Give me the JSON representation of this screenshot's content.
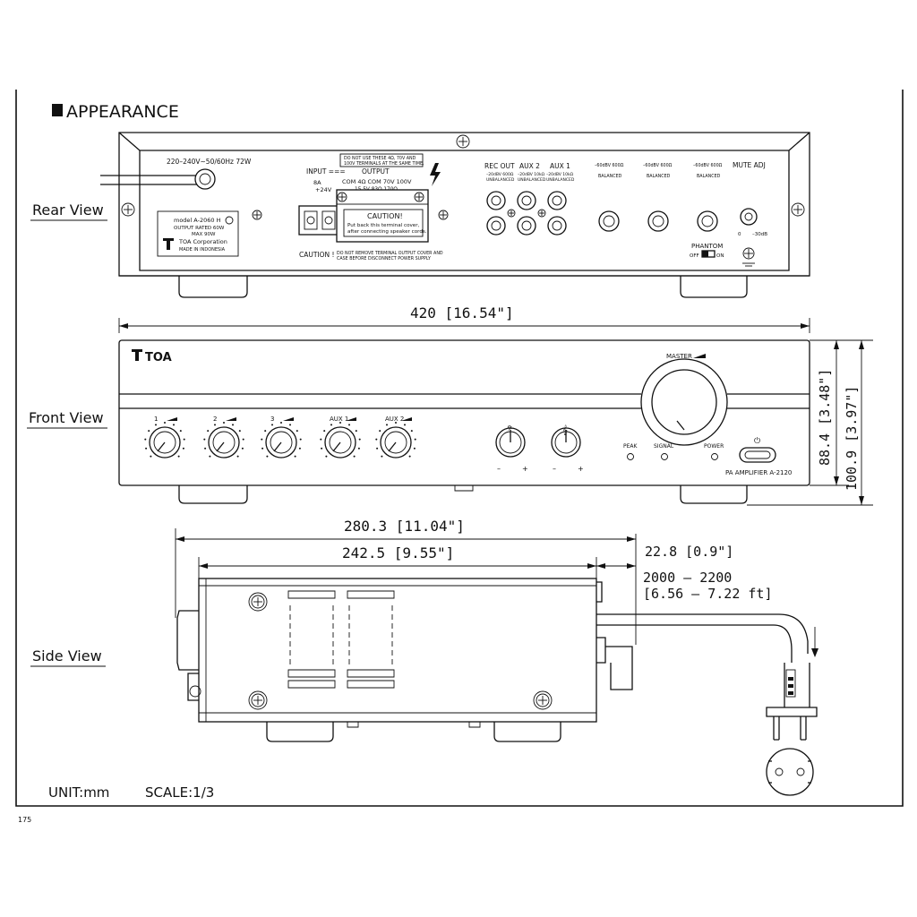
{
  "title": "APPEARANCE",
  "views": {
    "rear": "Rear View",
    "front": "Front View",
    "side": "Side View"
  },
  "footer": {
    "unit": "UNIT:mm",
    "scale": "SCALE:1/3"
  },
  "dimensions": {
    "width": "420 [16.54\"]",
    "height_body": "88.4 [3.48\"]",
    "height_total": "100.9 [3.97\"]",
    "depth_total": "280.3 [11.04\"]",
    "depth_body": "242.5 [9.55\"]",
    "knob_depth": "22.8 [0.9\"]",
    "cord_length": "2000 – 2200",
    "cord_length_ft": "[6.56 – 7.22 ft]"
  },
  "rear": {
    "power_rating": "220–240V~50/60Hz 72W",
    "label_model": "model A-2060 H",
    "label_output": "OUTPUT RATED  60W",
    "label_max": "MAX  90W",
    "label_brand": "TOA Corporation",
    "label_made": "MADE IN INDONESIA",
    "input_label": "INPUT ===",
    "input_fuse": "8A",
    "input_voltage": "+24V",
    "warning_top": "DO NOT USE THESE 4Ω, 70V AND",
    "warning_bottom": "100V TERMINALS AT THE SAME TIME.",
    "output_label": "OUTPUT",
    "output_terms": "COM  4Ω  COM  70V 100V",
    "output_sub": "15.5V      83Ω 170Ω",
    "caution_title": "CAUTION!",
    "caution_line1": "Put back this terminal cover,",
    "caution_line2": "after connecting speaker cords.",
    "caution_bottom": "CAUTION !",
    "caution_bottom_line1": "DO NOT REMOVE TERMINAL OUTPUT COVER AND",
    "caution_bottom_line2": "CASE BEFORE DISCONNECT POWER SUPPLY",
    "rec_out": "REC OUT",
    "rec_out_sub": "–20dBV 600Ω",
    "rec_out_sub2": "UNBALANCED",
    "aux2": "AUX 2",
    "aux2_sub": "–20dBV 10kΩ",
    "aux2_sub2": "UNBALANCED",
    "aux1": "AUX 1",
    "aux1_sub": "–20dBV 10kΩ",
    "aux1_sub2": "UNBALANCED",
    "mic_sub1": "–60dBV 600Ω",
    "mic_sub2": "BALANCED",
    "phantom": "PHANTOM",
    "phantom_off": "OFF",
    "phantom_on": "ON",
    "mute_adj": "MUTE ADJ",
    "mute_min": "0",
    "mute_max": "–30dB"
  },
  "front": {
    "brand": "TOA",
    "master": "MASTER",
    "channels": [
      "1",
      "2",
      "3",
      "AUX 1",
      "AUX 2"
    ],
    "tone_minus": "–",
    "tone_plus": "+",
    "indicators": [
      "PEAK",
      "SIGNAL",
      "POWER"
    ],
    "model": "PA AMPLIFIER A-2120"
  },
  "page_marker": "175"
}
